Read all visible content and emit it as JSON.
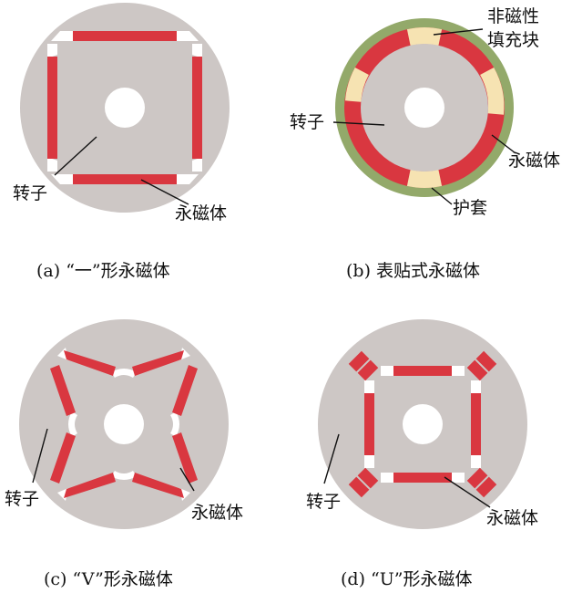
{
  "colors": {
    "rotor": "#cdc7c5",
    "magnet": "#d93740",
    "sleeve": "#93a96a",
    "filler": "#f6e3b2",
    "background": "#ffffff"
  },
  "panel_a": {
    "caption": "(a) “一”形永磁体",
    "label_rotor": "转子",
    "label_magnet": "永磁体"
  },
  "panel_b": {
    "caption": "(b) 表贴式永磁体",
    "label_filler_line1": "非磁性",
    "label_filler_line2": "填充块",
    "label_rotor": "转子",
    "label_magnet": "永磁体",
    "label_sleeve": "护套"
  },
  "panel_c": {
    "caption": "(c) “V”形永磁体",
    "label_rotor": "转子",
    "label_magnet": "永磁体"
  },
  "panel_d": {
    "caption": "(d) “U”形永磁体",
    "label_rotor": "转子",
    "label_magnet": "永磁体"
  }
}
